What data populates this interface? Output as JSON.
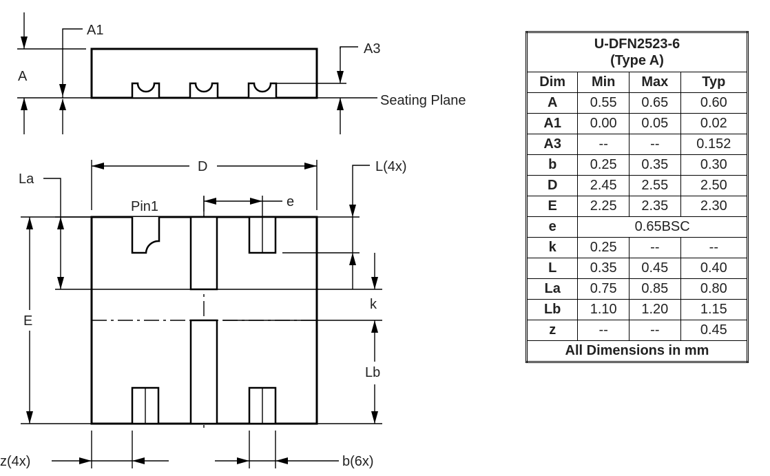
{
  "diagram": {
    "side_view_labels": {
      "a1": "A1",
      "a": "A",
      "a3": "A3",
      "seating_plane": "Seating Plane"
    },
    "top_view_labels": {
      "d": "D",
      "l": "L(4x)",
      "la": "La",
      "pin1": "Pin1",
      "e_pitch": "e",
      "e_width": "E",
      "k": "k",
      "lb": "Lb",
      "z": "z(4x)",
      "b": "b(6x)"
    }
  },
  "table": {
    "title_line1": "U-DFN2523-6",
    "title_line2": "(Type A)",
    "headers": [
      "Dim",
      "Min",
      "Max",
      "Typ"
    ],
    "rows": [
      [
        "A",
        "0.55",
        "0.65",
        "0.60"
      ],
      [
        "A1",
        "0.00",
        "0.05",
        "0.02"
      ],
      [
        "A3",
        "--",
        "--",
        "0.152"
      ],
      [
        "b",
        "0.25",
        "0.35",
        "0.30"
      ],
      [
        "D",
        "2.45",
        "2.55",
        "2.50"
      ],
      [
        "E",
        "2.25",
        "2.35",
        "2.30"
      ],
      [
        "e",
        "0.65BSC"
      ],
      [
        "k",
        "0.25",
        "--",
        "--"
      ],
      [
        "L",
        "0.35",
        "0.45",
        "0.40"
      ],
      [
        "La",
        "0.75",
        "0.85",
        "0.80"
      ],
      [
        "Lb",
        "1.10",
        "1.20",
        "1.15"
      ],
      [
        "z",
        "--",
        "--",
        "0.45"
      ]
    ],
    "footer": "All Dimensions in mm"
  }
}
